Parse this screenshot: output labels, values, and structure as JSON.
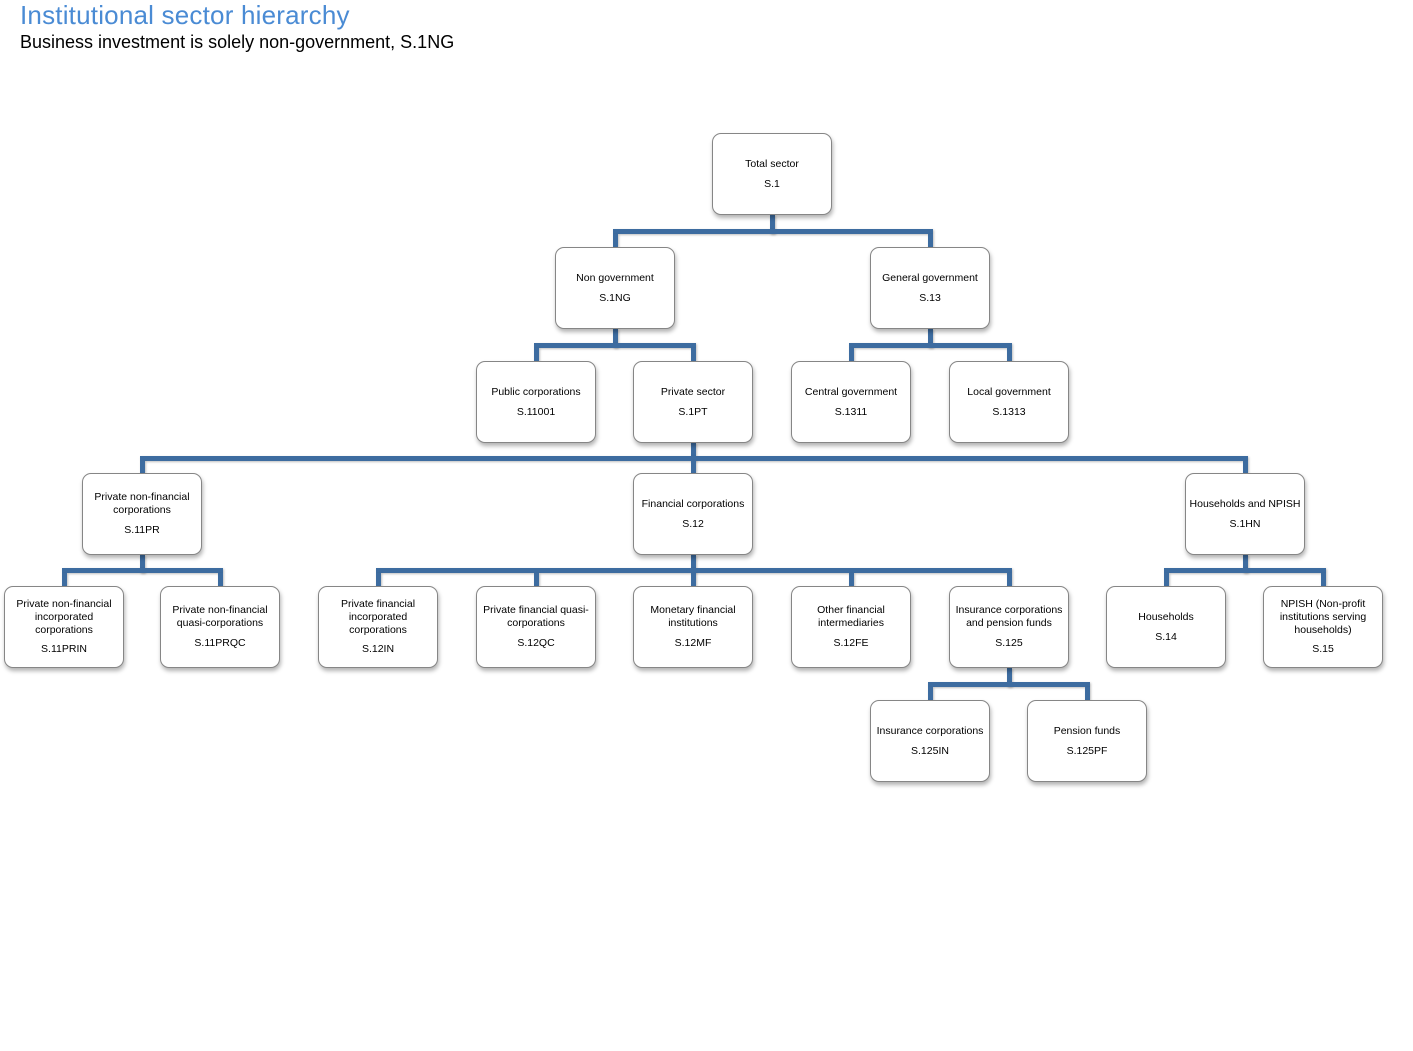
{
  "page": {
    "title": "Institutional sector hierarchy",
    "subtitle": "Business investment is solely non-government, S.1NG"
  },
  "colors": {
    "title": "#4A8BD4",
    "connector": "#3D6CA0",
    "box_border": "#868686",
    "box_fill": "#FFFFFF",
    "text": "#000000"
  },
  "hierarchy": {
    "nodes": [
      {
        "id": "s1",
        "label": "Total sector",
        "code": "S.1",
        "parent": null
      },
      {
        "id": "s1ng",
        "label": "Non government",
        "code": "S.1NG",
        "parent": "s1"
      },
      {
        "id": "s13",
        "label": "General government",
        "code": "S.13",
        "parent": "s1"
      },
      {
        "id": "s11001",
        "label": "Public corporations",
        "code": "S.11001",
        "parent": "s1ng"
      },
      {
        "id": "s1pt",
        "label": "Private sector",
        "code": "S.1PT",
        "parent": "s1ng"
      },
      {
        "id": "s1311",
        "label": "Central government",
        "code": "S.1311",
        "parent": "s13"
      },
      {
        "id": "s1313",
        "label": "Local government",
        "code": "S.1313",
        "parent": "s13"
      },
      {
        "id": "s11pr",
        "label": "Private non-financial corporations",
        "code": "S.11PR",
        "parent": "s1pt"
      },
      {
        "id": "s12",
        "label": "Financial corporations",
        "code": "S.12",
        "parent": "s1pt"
      },
      {
        "id": "s1hn",
        "label": "Households and NPISH",
        "code": "S.1HN",
        "parent": "s1pt"
      },
      {
        "id": "s11prin",
        "label": "Private non-financial incorporated corporations",
        "code": "S.11PRIN",
        "parent": "s11pr"
      },
      {
        "id": "s11prqc",
        "label": "Private non-financial quasi-corporations",
        "code": "S.11PRQC",
        "parent": "s11pr"
      },
      {
        "id": "s12in",
        "label": "Private financial incorporated corporations",
        "code": "S.12IN",
        "parent": "s12"
      },
      {
        "id": "s12qc",
        "label": "Private financial quasi-corporations",
        "code": "S.12QC",
        "parent": "s12"
      },
      {
        "id": "s12mf",
        "label": "Monetary financial institutions",
        "code": "S.12MF",
        "parent": "s12"
      },
      {
        "id": "s12fe",
        "label": "Other financial intermediaries",
        "code": "S.12FE",
        "parent": "s12"
      },
      {
        "id": "s125",
        "label": "Insurance corporations and pension funds",
        "code": "S.125",
        "parent": "s12"
      },
      {
        "id": "s14",
        "label": "Households",
        "code": "S.14",
        "parent": "s1hn"
      },
      {
        "id": "s15",
        "label": "NPISH (Non-profit institutions serving households)",
        "code": "S.15",
        "parent": "s1hn"
      },
      {
        "id": "s125in",
        "label": "Insurance corporations",
        "code": "S.125IN",
        "parent": "s125"
      },
      {
        "id": "s125pf",
        "label": "Pension funds",
        "code": "S.125PF",
        "parent": "s125"
      }
    ]
  }
}
